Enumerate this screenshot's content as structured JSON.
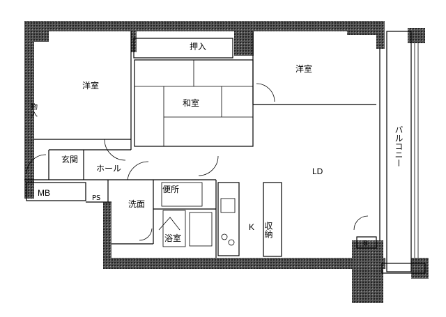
{
  "rooms": {
    "western_left": "洋室",
    "western_right": "洋室",
    "japanese": "和室",
    "closet_top": "押入",
    "entrance": "玄関",
    "hall": "ホール",
    "ld": "LD",
    "kitchen": "K",
    "washroom": "洗面",
    "toilet": "便所",
    "bathroom": "浴室",
    "mb": "MB",
    "ps": "PS",
    "storage": "収納",
    "shoe_storage": "物入",
    "balcony": "バルコニー",
    "small_mark": "B"
  }
}
